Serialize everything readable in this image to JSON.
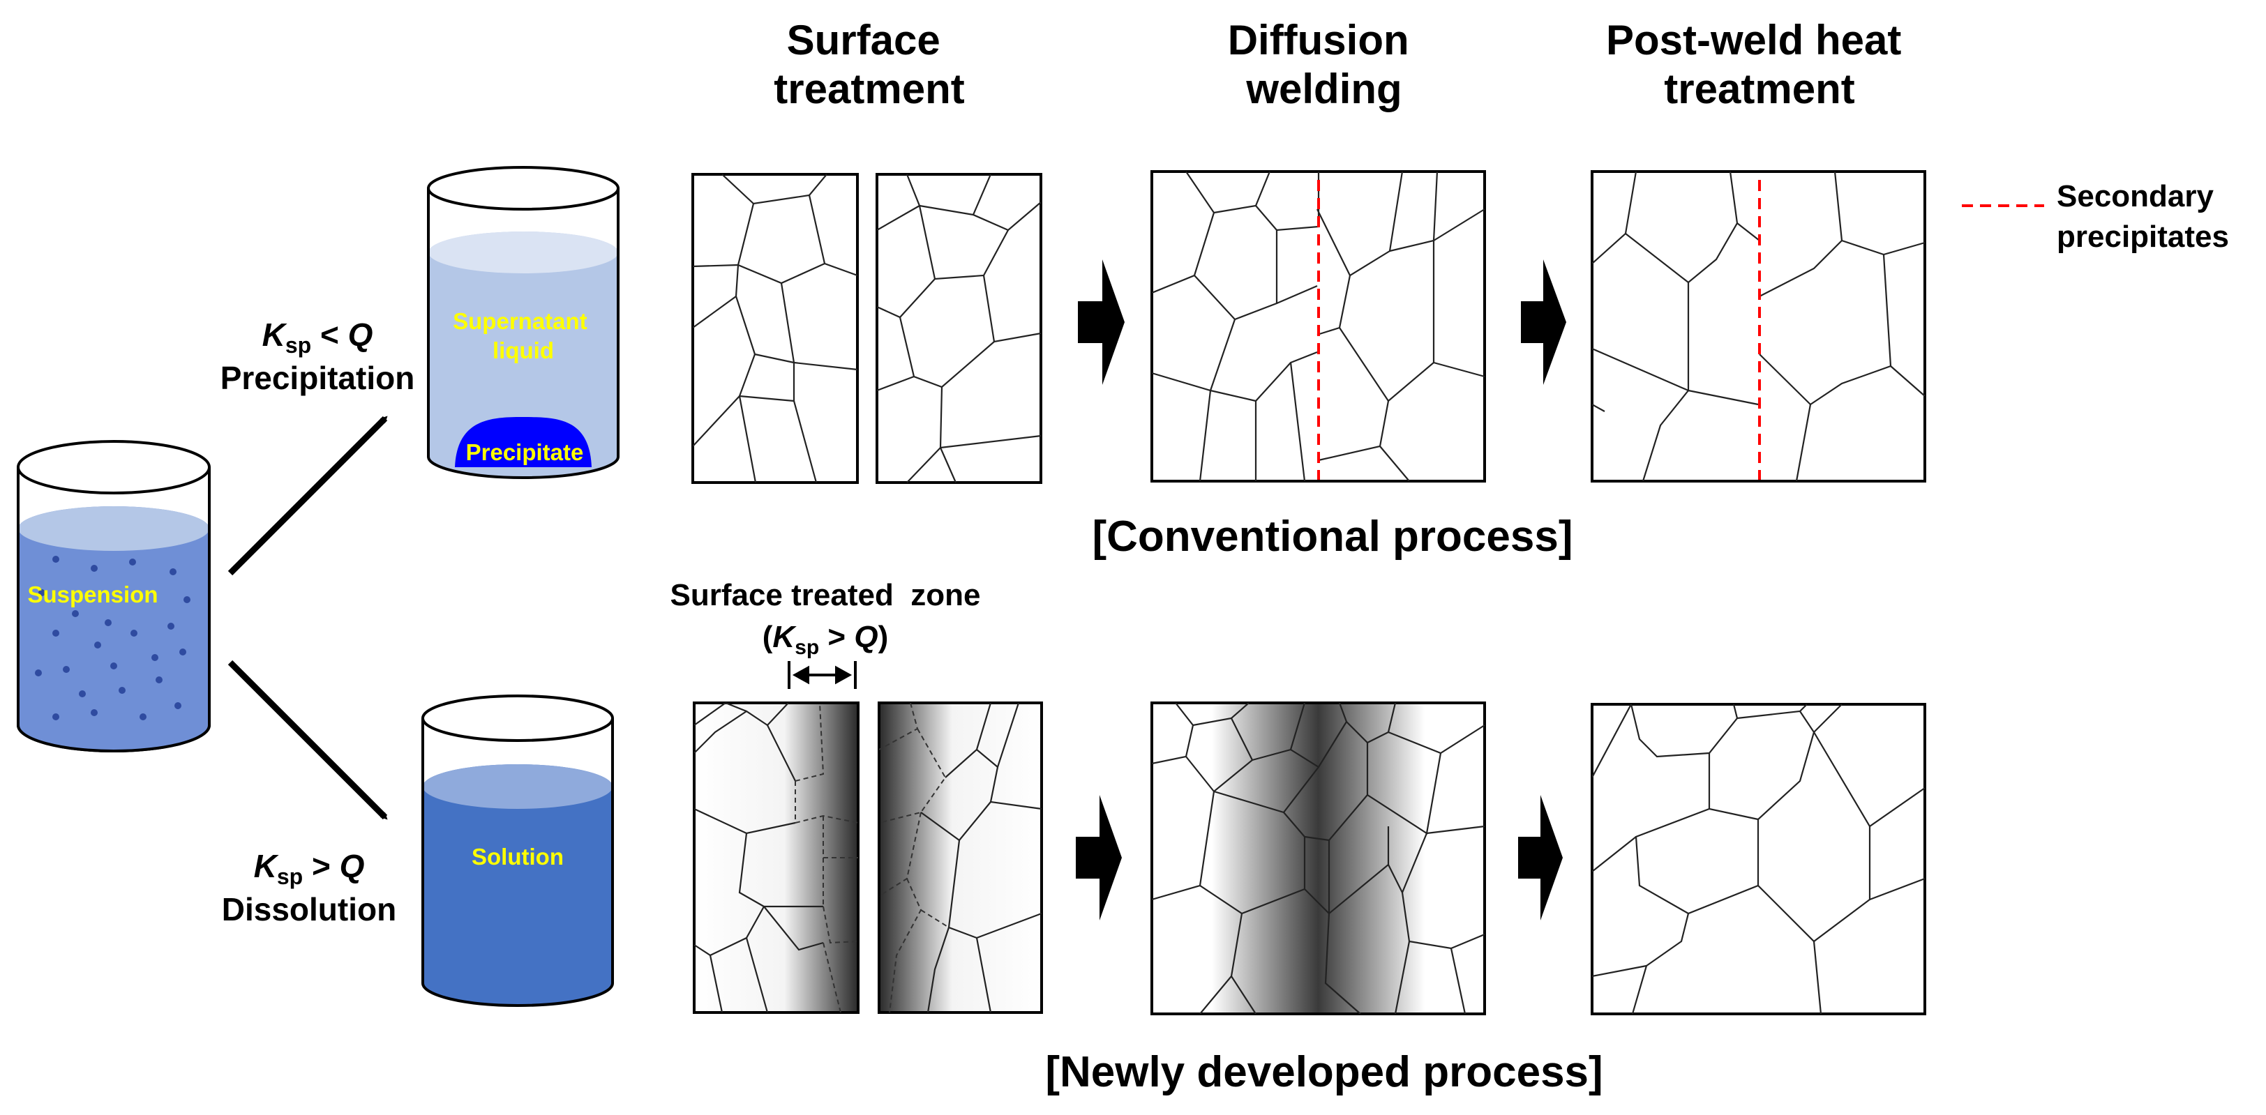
{
  "headers": {
    "surface_treatment": [
      "Surface",
      "treatment"
    ],
    "diffusion_welding": [
      "Diffusion",
      "welding"
    ],
    "pwht": [
      "Post-weld heat",
      "treatment"
    ]
  },
  "beakers": {
    "suspension": "Suspension",
    "supernatant": [
      "Supernatant",
      "liquid"
    ],
    "precipitate": "Precipitate",
    "solution": "Solution"
  },
  "conditions": {
    "precipitation": {
      "k": "K",
      "sub": "sp",
      "rel": " < ",
      "q": "Q",
      "label": "Precipitation"
    },
    "dissolution": {
      "k": "K",
      "sub": "sp",
      "rel": " > ",
      "q": "Q",
      "label": "Dissolution"
    }
  },
  "legend": {
    "label": [
      "Secondary",
      "precipitates"
    ],
    "color": "#FF0000"
  },
  "surface_zone": {
    "title": "Surface treated  zone",
    "open": "(",
    "k": "K",
    "sub": "sp",
    "rel": " > ",
    "q": "Q",
    "close": ")"
  },
  "captions": {
    "conventional": "[Conventional process]",
    "newly_developed": "[Newly developed process]"
  },
  "colors": {
    "suspension_liquid": "#6F8FD6",
    "supernatant_liquid": "#B4C7E7",
    "precipitate": "#0000FF",
    "solution_liquid": "#4472C4",
    "label_text": "#FFFF00",
    "secondary_precipitates": "#FF0000"
  }
}
